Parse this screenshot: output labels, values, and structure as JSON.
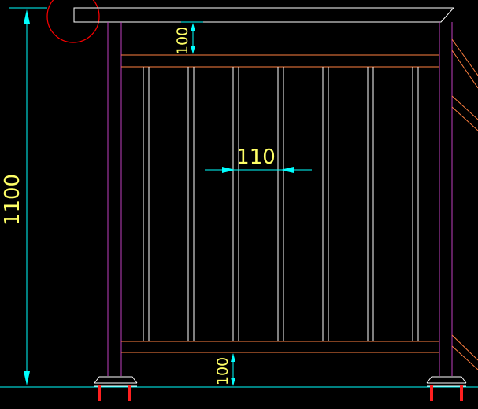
{
  "drawing": {
    "dimensions": {
      "total_height": "1100",
      "top_gap": "100",
      "bottom_gap": "100",
      "baluster_spacing": "110"
    },
    "colors": {
      "background": "#000000",
      "dimension": "#00ffff",
      "dimension_text": "#ffff66",
      "post": "#c040c0",
      "rail": "#ff8040",
      "baluster": "#ffffff",
      "handrail": "#ffffff",
      "anchor_bolt": "#ff2020",
      "marker": "#ff0000"
    }
  }
}
